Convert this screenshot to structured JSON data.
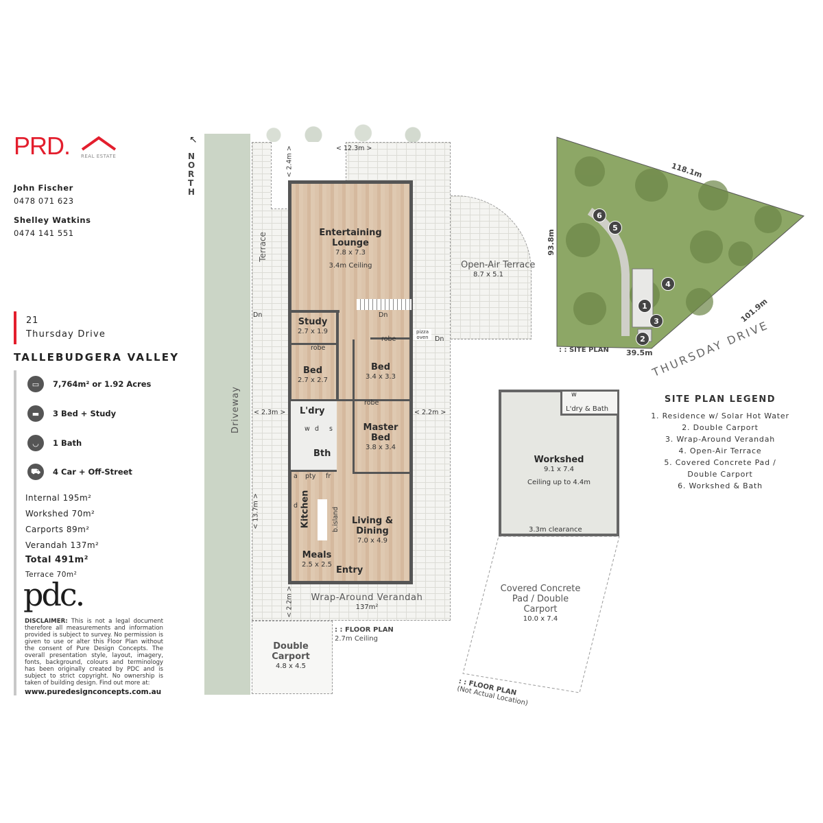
{
  "brand": {
    "logo": "PRD.",
    "logo_sub": "REAL ESTATE",
    "accent": "#e31e2d"
  },
  "agents": [
    {
      "name": "John Fischer",
      "phone": "0478 071 623"
    },
    {
      "name": "Shelley Watkins",
      "phone": "0474 141 551"
    }
  ],
  "address": {
    "number": "21",
    "street": "Thursday Drive",
    "suburb": "TALLEBUDGERA VALLEY"
  },
  "specs": [
    {
      "icon": "land-icon",
      "label": "7,764m² or 1.92 Acres"
    },
    {
      "icon": "bed-icon",
      "label": "3 Bed + Study"
    },
    {
      "icon": "bath-icon",
      "label": "1 Bath"
    },
    {
      "icon": "car-icon",
      "label": "4 Car + Off-Street"
    }
  ],
  "areas": {
    "internal": "Internal 195m²",
    "workshed": "Workshed 70m²",
    "carports": "Carports 89m²",
    "verandah": "Verandah 137m²",
    "total": "Total 491m²",
    "terrace": "Terrace 70m²"
  },
  "pdc": {
    "logo": "pdc.",
    "disclaimer_head": "DISCLAIMER:",
    "disclaimer": "This is not a legal document therefore all measurements and information provided is subject to survey. No permission is given to use or alter this Floor Plan without the consent of Pure Design Concepts. The overall presentation style, layout, imagery, fonts, background, colours and terminology has been originally created by PDC and is subject to strict copyright. No ownership is taken of building design. Find out more at:",
    "url": "www.puredesignconcepts.com.au"
  },
  "floorplan": {
    "north": "NORTH",
    "driveway": "Driveway",
    "terrace": "Terrace",
    "dims": {
      "top": "< 12.3m >",
      "top_left": "< 2.4m >",
      "left": "< 2.3m >",
      "right": "< 2.2m >",
      "side": "< 13.7m >",
      "bottom": "< 2.2m >"
    },
    "rooms": {
      "lounge": {
        "name": "Entertaining Lounge",
        "size": "7.8 x 7.3",
        "note": "3.4m Ceiling"
      },
      "study": {
        "name": "Study",
        "size": "2.7 x 1.9"
      },
      "bed2": {
        "name": "Bed",
        "size": "2.7 x 2.7",
        "robe": "robe"
      },
      "bed1": {
        "name": "Bed",
        "size": "3.4 x 3.3",
        "robe": "robe"
      },
      "master": {
        "name": "Master Bed",
        "size": "3.8 x 3.4",
        "robe": "robe"
      },
      "laundry": {
        "name": "L'dry",
        "w": "w",
        "d": "d",
        "s": "s"
      },
      "bath": {
        "name": "Bth"
      },
      "pantry": {
        "a": "a",
        "pty": "pty",
        "fr": "fr"
      },
      "kitchen": {
        "name": "Kitchen",
        "d": "d",
        "island": "b.island"
      },
      "living": {
        "name": "Living & Dining",
        "size": "7.0 x 4.9"
      },
      "meals": {
        "name": "Meals",
        "size": "2.5 x 2.5"
      },
      "entry": {
        "name": "Entry"
      },
      "verandah": {
        "name": "Wrap-Around Verandah",
        "size": "137m²"
      },
      "open_terrace": {
        "name": "Open-Air Terrace",
        "size": "8.7 x 5.1"
      },
      "carport": {
        "name": "Double Carport",
        "size": "4.8 x 4.5"
      }
    },
    "dn": "Dn",
    "pizza": "pizza oven",
    "title": ": : FLOOR PLAN",
    "ceiling": "2.7m Ceiling"
  },
  "workshed": {
    "name": "Workshed",
    "size": "9.1 x 7.4",
    "note": "Ceiling up to 4.4m",
    "clearance": "3.3m clearance",
    "bath": "L'dry & Bath",
    "w": "w",
    "carport": {
      "name": "Covered Concrete Pad / Double Carport",
      "size": "10.0 x 7.4"
    },
    "title": ": : FLOOR PLAN",
    "subtitle": "(Not Actual Location)"
  },
  "siteplan": {
    "title": ": : SITE PLAN",
    "street": "THURSDAY DRIVE",
    "dims": {
      "top": "118.1m",
      "left": "93.8m",
      "right": "101.9m",
      "bottom": "39.5m"
    },
    "markers": [
      "1",
      "2",
      "3",
      "4",
      "5",
      "6"
    ]
  },
  "legend": {
    "title": "SITE PLAN LEGEND",
    "items": [
      "1. Residence w/ Solar Hot Water",
      "2. Double Carport",
      "3. Wrap-Around Verandah",
      "4. Open-Air Terrace",
      "5. Covered Concrete Pad /",
      "Double Carport",
      "6. Workshed & Bath"
    ]
  }
}
